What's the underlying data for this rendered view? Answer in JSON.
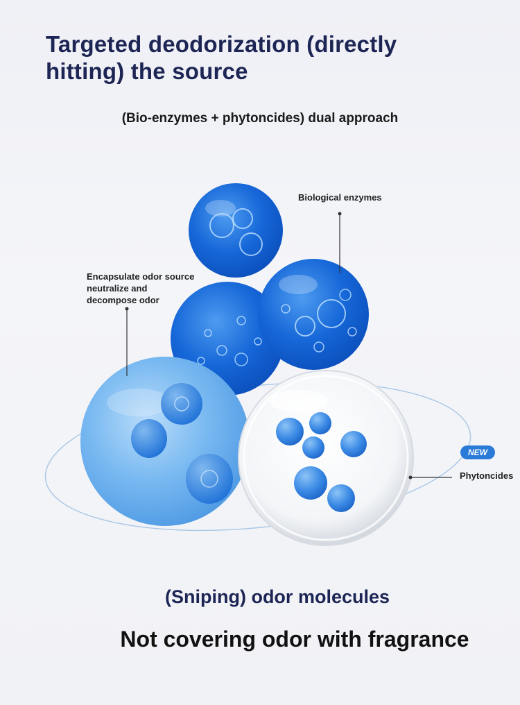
{
  "header": {
    "title": "Targeted deodorization (directly hitting) the source",
    "subtitle": "(Bio-enzymes + phytoncides) dual approach"
  },
  "diagram": {
    "label_bio": "Biological enzymes",
    "label_encap": "Encapsulate odor source neutralize and decompose odor",
    "label_phyto": "Phytoncides",
    "new_badge": "NEW"
  },
  "footer": {
    "tagline_1": "(Sniping) odor molecules",
    "tagline_2": "Not covering odor with fragrance"
  },
  "colors": {
    "title": "#1c2554",
    "enzyme_blue": "#1565d8",
    "light_blue": "#5aa9ee",
    "badge": "#2a7ad8"
  }
}
